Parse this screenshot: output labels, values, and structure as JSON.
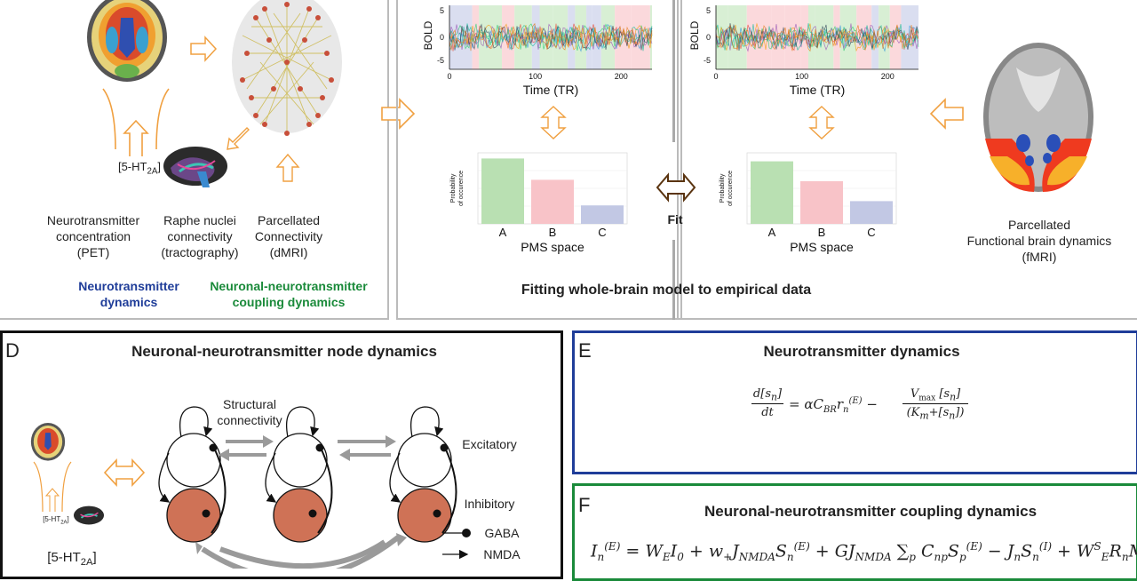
{
  "top_left": {
    "receptor_label": "[5-HT2A]",
    "labels": [
      {
        "l1": "Neurotransmitter",
        "l2": "concentration",
        "l3": "(PET)"
      },
      {
        "l1": "Raphe nuclei",
        "l2": "connectivity",
        "l3": "(tractography)"
      },
      {
        "l1": "Parcellated",
        "l2": "Connectivity",
        "l3": "(dMRI)"
      }
    ],
    "nt_dynamics_l1": "Neurotransmitter",
    "nt_dynamics_l2": "dynamics",
    "coupling_l1": "Neuronal-neurotransmitter",
    "coupling_l2": "coupling dynamics",
    "colors": {
      "blue": "#1f3d99",
      "green": "#1a8a3a",
      "orange": "#f0a040"
    }
  },
  "fit_panel": {
    "bold_label": "BOLD",
    "time_label": "Time (TR)",
    "y_ticks": [
      "5",
      "0",
      "-5"
    ],
    "x_ticks": [
      "0",
      "100",
      "200"
    ],
    "bar_ylabel_l1": "Probability",
    "bar_ylabel_l2": "of occurence",
    "categories": [
      "A",
      "B",
      "C"
    ],
    "pms_label": "PMS space",
    "fit_label": "Fit",
    "title": "Fitting whole-brain model to empirical data",
    "model_bars": [
      0.92,
      0.62,
      0.26
    ],
    "empirical_bars": [
      0.88,
      0.6,
      0.32
    ],
    "bar_colors": [
      "#b9e0b2",
      "#f8c3c8",
      "#c2c8e4"
    ]
  },
  "right_panel": {
    "l1": "Parcellated",
    "l2": "Functional brain dynamics",
    "l3": "(fMRI)"
  },
  "panel_d": {
    "letter": "D",
    "title": "Neuronal-neurotransmitter node dynamics",
    "structural_l1": "Structural",
    "structural_l2": "connectivity",
    "excitatory": "Excitatory",
    "inhibitory": "Inhibitory",
    "gaba": "GABA",
    "nmda": "NMDA",
    "receptor_small": "[5-HT2A]",
    "receptor_big": "[5-HT2A]"
  },
  "panel_e": {
    "letter": "E",
    "title": "Neurotransmitter dynamics"
  },
  "panel_f": {
    "letter": "F",
    "title": "Neuronal-neurotransmitter coupling dynamics"
  }
}
